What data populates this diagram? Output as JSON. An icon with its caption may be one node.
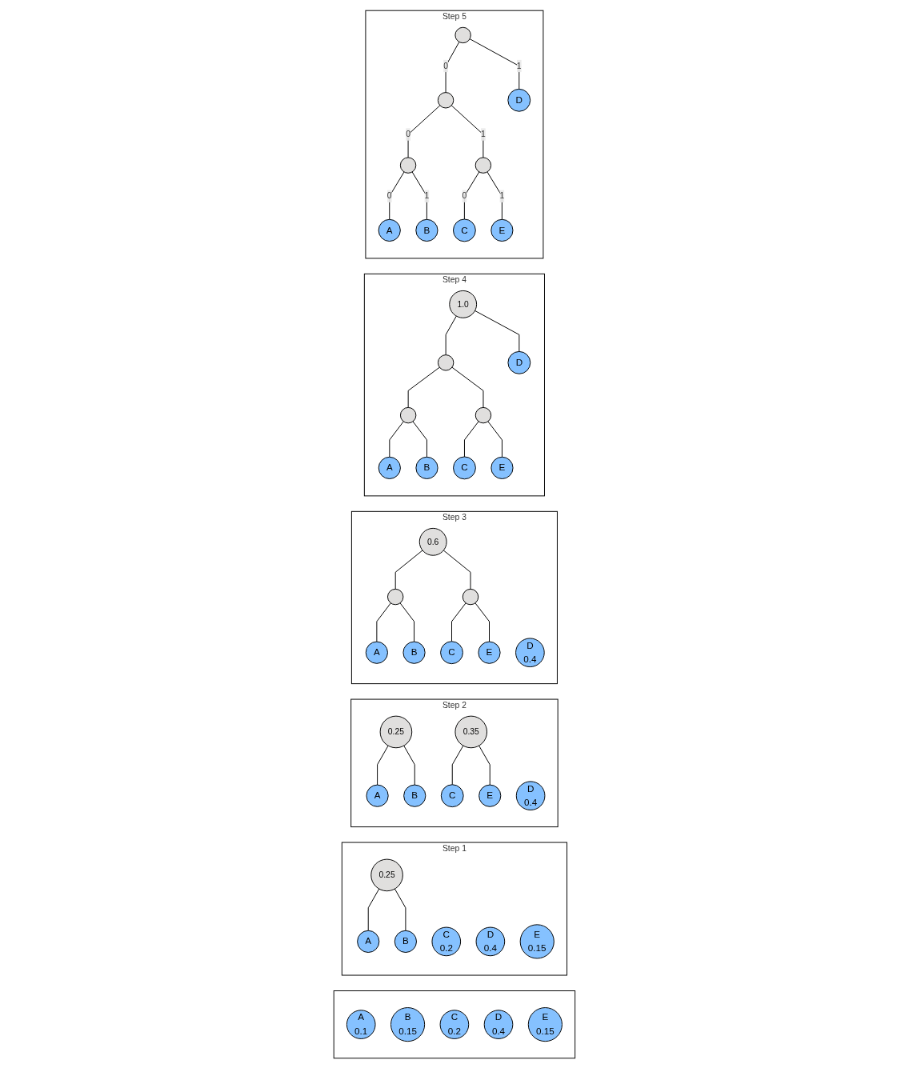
{
  "diagram": {
    "nodes": [
      {
        "text": [],
        "shape": "box"
      },
      {
        "text": [
          "A",
          "0.1"
        ],
        "in": 0
      },
      {
        "text": [
          "B",
          "0.15"
        ],
        "in": 0
      },
      {
        "text": [
          "C",
          "0.2"
        ],
        "in": 0
      },
      {
        "text": [
          "D",
          "0.4"
        ],
        "in": 0
      },
      {
        "text": [
          "E",
          "0.15"
        ],
        "in": 0
      },
      {
        "text": [
          "Step 1"
        ]
      },
      {
        "text": [
          "0.25"
        ],
        "in": 6
      },
      {
        "text": [
          "C",
          "0.2"
        ],
        "in": 6
      },
      {
        "text": [
          "D",
          "0.4"
        ],
        "in": 6
      },
      {
        "text": [
          "E",
          "0.15"
        ],
        "in": 6
      },
      {
        "text": [
          "A"
        ],
        "in": 6
      },
      {
        "text": [
          "B"
        ],
        "in": 6
      },
      {
        "text": [
          "Step 2"
        ]
      },
      {
        "text": [
          "0.25"
        ],
        "in": 13
      },
      {
        "text": [
          "0.35"
        ],
        "in": 13
      },
      {
        "text": [
          "D",
          "0.4"
        ],
        "in": 13
      },
      {
        "text": [
          "A"
        ],
        "in": 13
      },
      {
        "text": [
          "B"
        ],
        "in": 13
      },
      {
        "text": [
          "C"
        ],
        "in": 13
      },
      {
        "text": [
          "E"
        ],
        "in": 13
      },
      {
        "text": [
          "Step 3"
        ]
      },
      {
        "text": [
          "0.6"
        ],
        "in": 21
      },
      {
        "text": [
          "D",
          "0.4"
        ],
        "in": 21
      },
      {
        "text": [],
        "shape": "circle",
        "in": 21
      },
      {
        "text": [],
        "shape": "circle",
        "in": 21
      },
      {
        "text": [
          "A"
        ],
        "in": 21
      },
      {
        "text": [
          "B"
        ],
        "in": 21
      },
      {
        "text": [
          "C"
        ],
        "in": 21
      },
      {
        "text": [
          "E"
        ],
        "in": 21
      },
      {
        "text": [
          "Step 4"
        ]
      },
      {
        "text": [
          "1.0"
        ],
        "in": 30
      },
      {
        "text": [],
        "shape": "circle",
        "in": 30
      },
      {
        "text": [
          "D"
        ],
        "in": 30
      },
      {
        "text": [],
        "shape": "circle",
        "in": 30
      },
      {
        "text": [],
        "shape": "circle",
        "in": 30
      },
      {
        "text": [
          "A"
        ],
        "in": 30
      },
      {
        "text": [
          "B"
        ],
        "in": 30
      },
      {
        "text": [
          "C"
        ],
        "in": 30
      },
      {
        "text": [
          "E"
        ],
        "in": 30
      },
      {
        "text": [
          "Step 5"
        ]
      },
      {
        "text": [],
        "shape": "circle",
        "in": 40
      },
      {
        "text": [],
        "shape": "circle",
        "in": 40
      },
      {
        "text": [
          "D"
        ],
        "in": 40
      },
      {
        "text": [],
        "shape": "circle",
        "in": 40
      },
      {
        "text": [],
        "shape": "circle",
        "in": 40
      },
      {
        "text": [
          "A"
        ],
        "in": 40
      },
      {
        "text": [
          "B"
        ],
        "in": 40
      },
      {
        "text": [
          "C"
        ],
        "in": 40
      },
      {
        "text": [
          "E"
        ],
        "in": 40
      }
    ],
    "edges": [
      {
        "from": 7,
        "to": 11,
        "arrow": "none"
      },
      {
        "from": 7,
        "to": 12,
        "arrow": "none"
      },
      {
        "from": 14,
        "to": 17,
        "arrow": "none"
      },
      {
        "from": 14,
        "to": 18,
        "arrow": "none"
      },
      {
        "from": 15,
        "to": 19,
        "arrow": "none"
      },
      {
        "from": 15,
        "to": 20,
        "arrow": "none"
      },
      {
        "from": 22,
        "to": 24,
        "arrow": "none"
      },
      {
        "from": 22,
        "to": 25,
        "arrow": "none"
      },
      {
        "from": 24,
        "to": 26,
        "arrow": "none"
      },
      {
        "from": 24,
        "to": 27,
        "arrow": "none"
      },
      {
        "from": 25,
        "to": 28,
        "arrow": "none"
      },
      {
        "from": 25,
        "to": 29,
        "arrow": "none"
      },
      {
        "from": 31,
        "to": 32,
        "arrow": "none"
      },
      {
        "from": 31,
        "to": 33,
        "arrow": "none"
      },
      {
        "from": 32,
        "to": 34,
        "arrow": "none"
      },
      {
        "from": 32,
        "to": 35,
        "arrow": "none"
      },
      {
        "from": 34,
        "to": 36,
        "arrow": "none"
      },
      {
        "from": 34,
        "to": 37,
        "arrow": "none"
      },
      {
        "from": 35,
        "to": 38,
        "arrow": "none"
      },
      {
        "from": 35,
        "to": 39,
        "arrow": "none"
      },
      {
        "from": 41,
        "to": 42,
        "arrow": "none",
        "label": "0"
      },
      {
        "from": 41,
        "to": 43,
        "arrow": "none",
        "label": "1"
      },
      {
        "from": 42,
        "to": 44,
        "arrow": "none",
        "label": "0"
      },
      {
        "from": 42,
        "to": 45,
        "arrow": "none",
        "label": "1"
      },
      {
        "from": 44,
        "to": 46,
        "arrow": "none",
        "label": "0"
      },
      {
        "from": 44,
        "to": 47,
        "arrow": "none",
        "label": "1"
      },
      {
        "from": 45,
        "to": 48,
        "arrow": "none",
        "label": "0"
      },
      {
        "from": 45,
        "to": 49,
        "arrow": "none",
        "label": "1"
      }
    ]
  }
}
